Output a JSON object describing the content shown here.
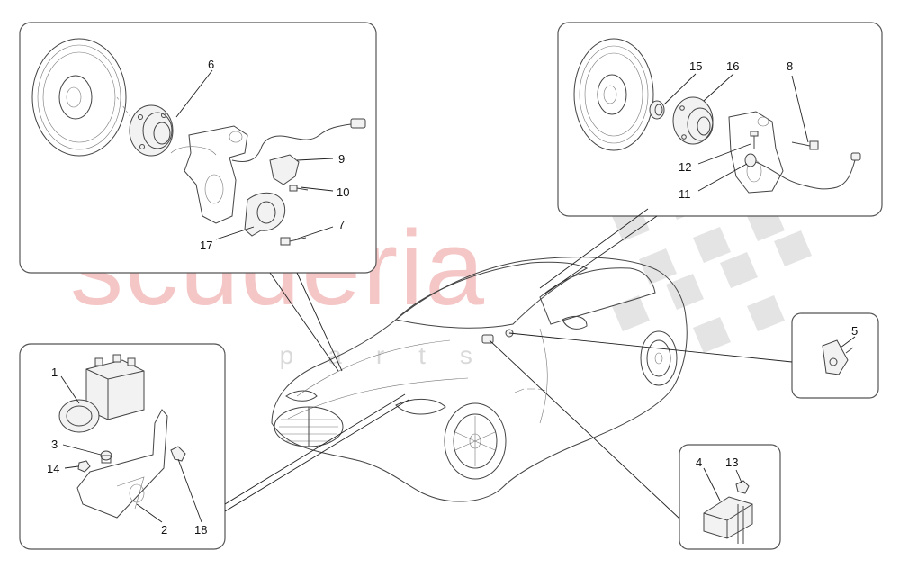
{
  "watermark": {
    "brand": "scuderia",
    "tagline": "car parts",
    "brand_color": "#f4c6c6",
    "tagline_color": "#d9d9d9"
  },
  "callouts": {
    "p1": "1",
    "p2": "2",
    "p3": "3",
    "p4": "4",
    "p5": "5",
    "p6": "6",
    "p7": "7",
    "p8": "8",
    "p9": "9",
    "p10": "10",
    "p11": "11",
    "p12": "12",
    "p13": "13",
    "p14": "14",
    "p15": "15",
    "p16": "16",
    "p17": "17",
    "p18": "18"
  },
  "colors": {
    "line": "#444444",
    "panel_border": "#555555"
  }
}
